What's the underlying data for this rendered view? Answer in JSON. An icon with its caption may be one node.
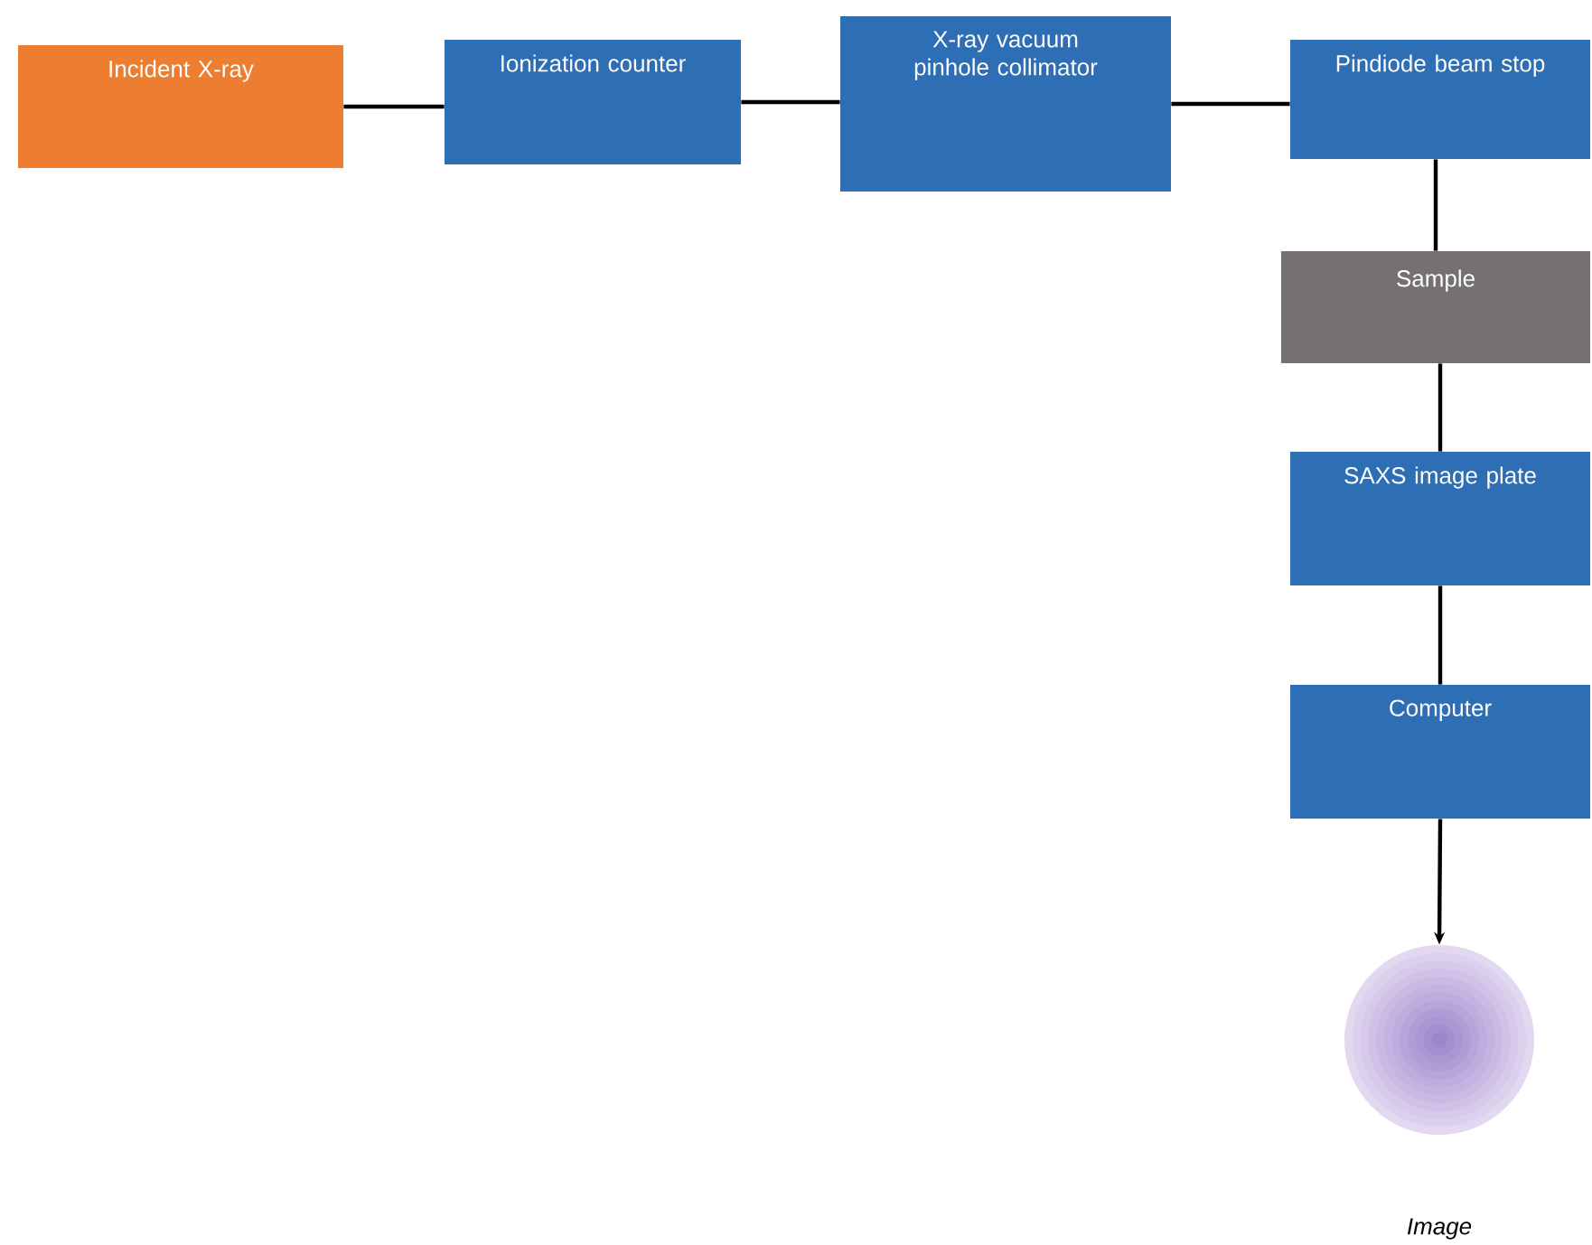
{
  "diagram": {
    "nodes": [
      {
        "text": [
          "Incident X-ray"
        ]
      },
      {
        "text": [
          "Ionization counter"
        ]
      },
      {
        "text": [
          "X-ray vacuum pinhole collimator"
        ]
      },
      {
        "text": [
          "Pindiode beam stop"
        ]
      },
      {
        "text": [
          "Sample"
        ]
      },
      {
        "text": [
          "SAXS image plate"
        ]
      },
      {
        "text": [
          "Computer"
        ]
      },
      {
        "text": [
          "Image"
        ]
      }
    ],
    "edges": [
      {
        "from": 0,
        "to": 1,
        "arrow": "none"
      },
      {
        "from": 1,
        "to": 2,
        "arrow": "none"
      },
      {
        "from": 2,
        "to": 3,
        "arrow": "none"
      },
      {
        "from": 3,
        "to": 4,
        "arrow": "none"
      },
      {
        "from": 4,
        "to": 5,
        "arrow": "none"
      },
      {
        "from": 5,
        "to": 6,
        "arrow": "none"
      },
      {
        "from": 6,
        "to": 7,
        "arrow": "to"
      }
    ]
  }
}
